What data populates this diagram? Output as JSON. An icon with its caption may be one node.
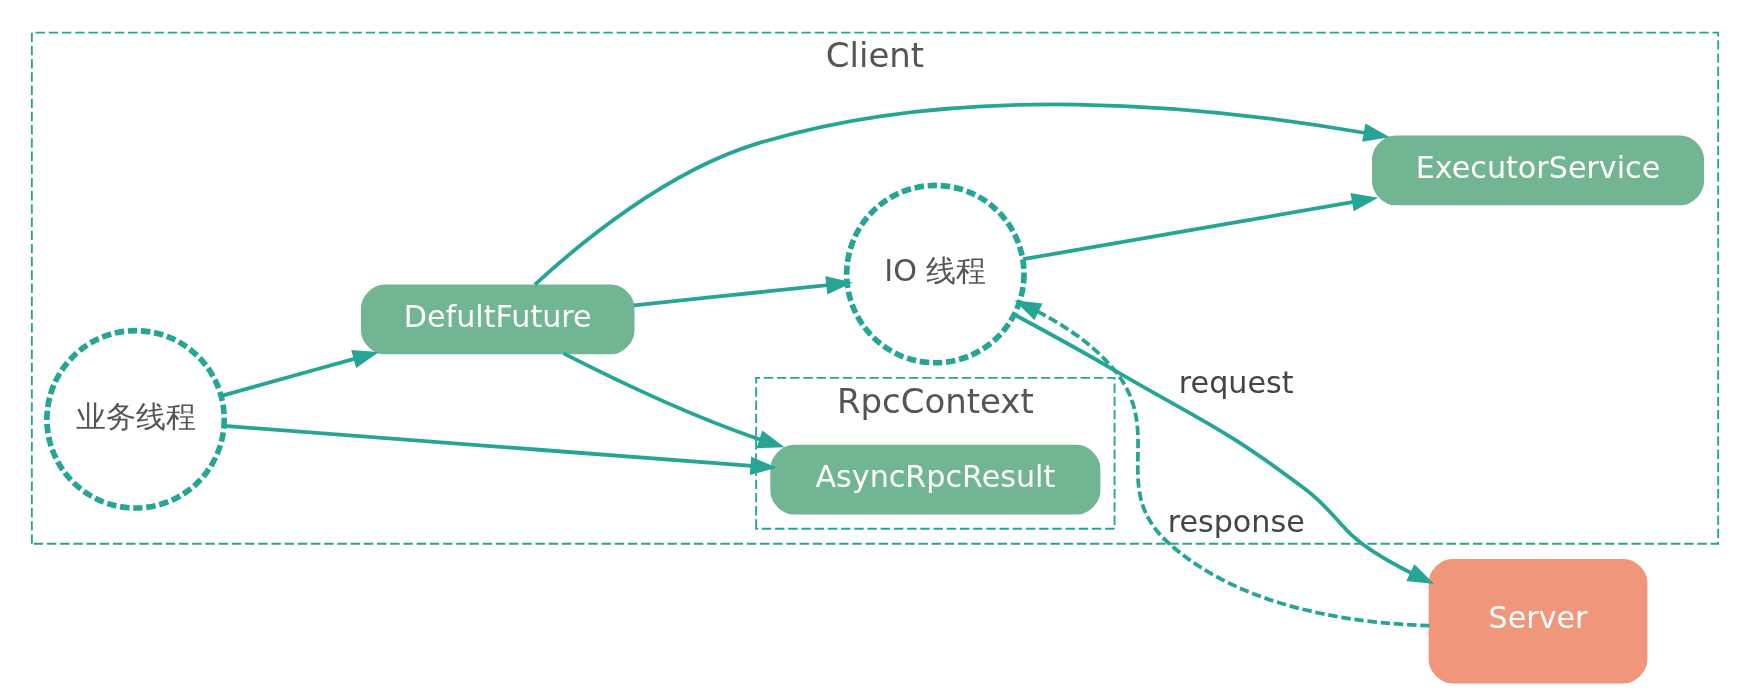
{
  "diagram": {
    "nodes": [
      {
        "text": [
          "Client"
        ]
      },
      {
        "text": [
          "业务线程"
        ],
        "in": 0
      },
      {
        "text": [
          "DefultFuture"
        ],
        "in": 0
      },
      {
        "text": [
          "IO 线程"
        ],
        "in": 0
      },
      {
        "text": [
          "RpcContext"
        ],
        "in": 0
      },
      {
        "text": [
          "AsyncRpcResult"
        ],
        "in": 4
      },
      {
        "text": [
          "ExecutorService"
        ],
        "in": 0
      },
      {
        "text": [
          "Server"
        ]
      }
    ],
    "edges": [
      {
        "from": 1,
        "to": 2,
        "arrow": "to"
      },
      {
        "from": 2,
        "to": 3,
        "arrow": "to"
      },
      {
        "from": 3,
        "to": 7,
        "arrow": "to",
        "label": "request"
      },
      {
        "from": 7,
        "to": 3,
        "arrow": "to",
        "label": "response",
        "style": "dashed"
      },
      {
        "from": 1,
        "to": 5,
        "arrow": "to"
      },
      {
        "from": 2,
        "to": 5,
        "arrow": "to"
      },
      {
        "from": 2,
        "to": 6,
        "arrow": "to"
      },
      {
        "from": 3,
        "to": 6,
        "arrow": "to"
      }
    ]
  }
}
